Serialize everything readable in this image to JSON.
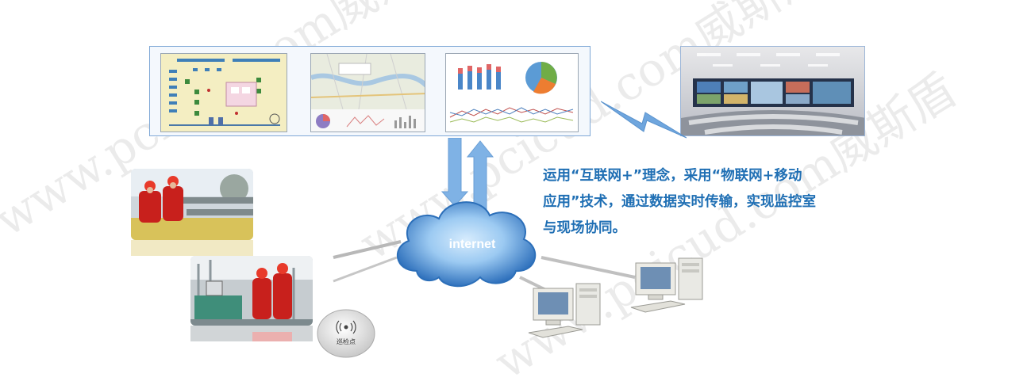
{
  "network": {
    "cloud_label": "internet"
  },
  "description": {
    "lines": [
      "运用“互联网+”理念，采用“物联网+移动",
      "应用”技术，通过数据实时传输，实现监控室",
      "与现场协同。"
    ]
  },
  "rfid_tag": {
    "label": "巡检点"
  },
  "watermark": {
    "text": "www.pcicud.com威斯盾"
  },
  "colors": {
    "text_blue": "#1f6fb4",
    "arrow_blue": "#7fb2e5",
    "cloud_dark": "#1e63b4",
    "cloud_light": "#9ccaf2",
    "bolt_blue": "#6fa6de",
    "panel_border": "#7fa8d6"
  }
}
